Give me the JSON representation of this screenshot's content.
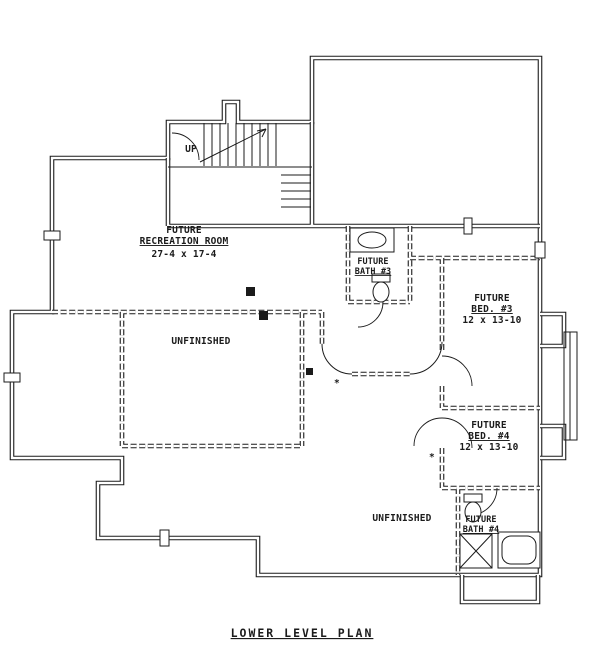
{
  "drawing": {
    "title": "LOWER LEVEL PLAN",
    "stairs": {
      "direction_label": "UP"
    },
    "rooms": {
      "recreation": {
        "line1": "FUTURE",
        "line2": "RECREATION ROOM",
        "dims": "27-4 x 17-4"
      },
      "unfinished_main": {
        "label": "UNFINISHED"
      },
      "bath3": {
        "line1": "FUTURE",
        "line2": "BATH #3"
      },
      "bed3": {
        "line1": "FUTURE",
        "line2": "BED. #3",
        "dims": "12 x 13-10"
      },
      "bed4": {
        "line1": "FUTURE",
        "line2": "BED. #4",
        "dims": "12 x 13-10"
      },
      "unfinished_lower": {
        "label": "UNFINISHED"
      },
      "bath4": {
        "line1": "FUTURE",
        "line2": "BATH #4"
      }
    },
    "markers": {
      "star1": "*",
      "star2": "*"
    },
    "colors": {
      "ink": "#1b1b1b",
      "paper": "#ffffff"
    }
  }
}
